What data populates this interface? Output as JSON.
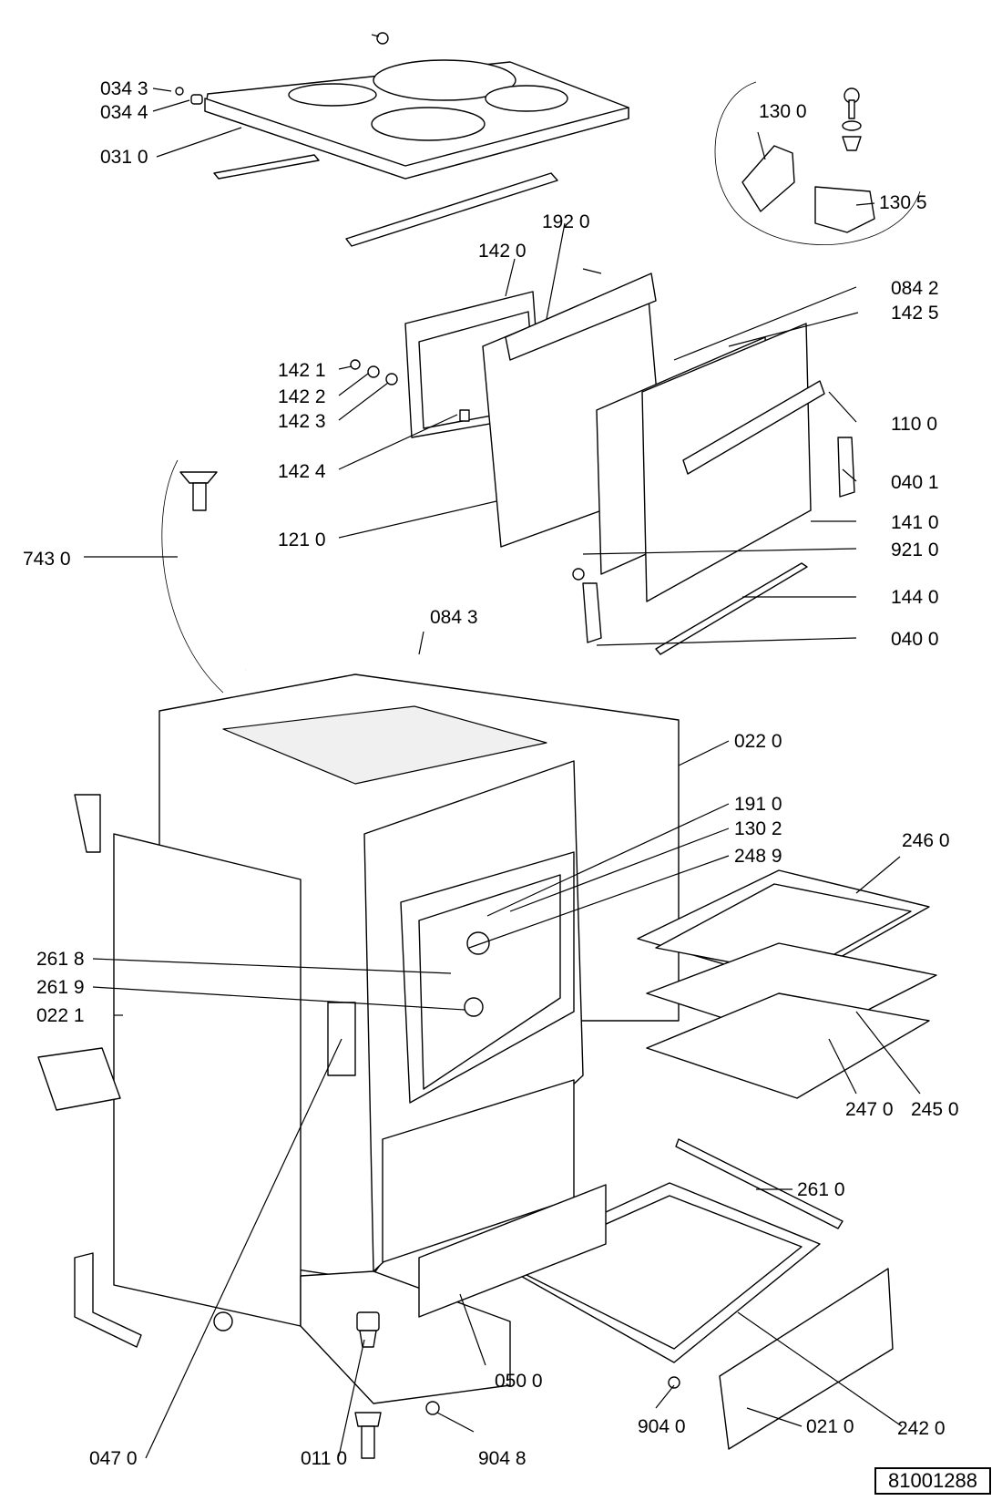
{
  "document_number": "81001288",
  "callouts": [
    {
      "id": "p0343",
      "text": "034 3"
    },
    {
      "id": "p0344",
      "text": "034 4"
    },
    {
      "id": "p0310",
      "text": "031 0"
    },
    {
      "id": "p1300",
      "text": "130 0"
    },
    {
      "id": "p1305",
      "text": "130 5"
    },
    {
      "id": "p1920",
      "text": "192 0"
    },
    {
      "id": "p1420",
      "text": "142 0"
    },
    {
      "id": "p0842",
      "text": "084 2"
    },
    {
      "id": "p1425",
      "text": "142 5"
    },
    {
      "id": "p1421",
      "text": "142 1"
    },
    {
      "id": "p1422",
      "text": "142 2"
    },
    {
      "id": "p1423",
      "text": "142 3"
    },
    {
      "id": "p1100",
      "text": "110 0"
    },
    {
      "id": "p1424",
      "text": "142 4"
    },
    {
      "id": "p0401",
      "text": "040 1"
    },
    {
      "id": "p1410",
      "text": "141 0"
    },
    {
      "id": "p1210",
      "text": "121 0"
    },
    {
      "id": "p9210",
      "text": "921 0"
    },
    {
      "id": "p7430",
      "text": "743 0"
    },
    {
      "id": "p1440",
      "text": "144 0"
    },
    {
      "id": "p0843",
      "text": "084 3"
    },
    {
      "id": "p0400",
      "text": "040 0"
    },
    {
      "id": "p0220",
      "text": "022 0"
    },
    {
      "id": "p1910",
      "text": "191 0"
    },
    {
      "id": "p1302",
      "text": "130 2"
    },
    {
      "id": "p2460",
      "text": "246 0"
    },
    {
      "id": "p2489",
      "text": "248 9"
    },
    {
      "id": "p2618",
      "text": "261 8"
    },
    {
      "id": "p2619",
      "text": "261 9"
    },
    {
      "id": "p0221",
      "text": "022 1"
    },
    {
      "id": "p2470",
      "text": "247 0"
    },
    {
      "id": "p2450",
      "text": "245 0"
    },
    {
      "id": "p2610",
      "text": "261 0"
    },
    {
      "id": "p0500",
      "text": "050 0"
    },
    {
      "id": "p0470",
      "text": "047 0"
    },
    {
      "id": "p0110",
      "text": "011 0"
    },
    {
      "id": "p9048",
      "text": "904 8"
    },
    {
      "id": "p9040",
      "text": "904 0"
    },
    {
      "id": "p0210",
      "text": "021 0"
    },
    {
      "id": "p2420",
      "text": "242 0"
    }
  ]
}
